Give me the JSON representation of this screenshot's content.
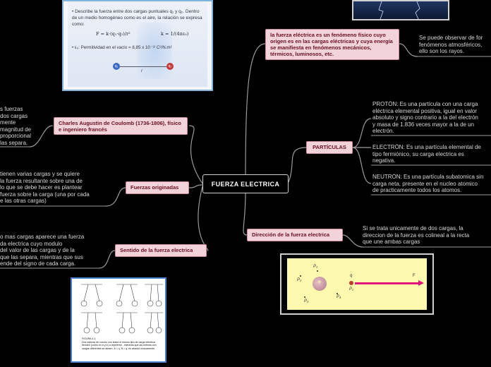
{
  "central": {
    "label": "FUERZA ELECTRICA"
  },
  "topics": {
    "definicion": "la fuerza eléctrica es un fenómeno físico cuyo origen es en las cargas eléctricas y cuya energía se manifiesta en fenómenos mecánicos, térmicos, luminosos, etc.",
    "particulas": "PARTÍCULAS",
    "direccion": "Dirección de la fuerza electrica",
    "coulomb": "Charles Augustin de Coulomb (1736-1806), físico e ingeniero francés",
    "originadas": "Fuerzas originadas",
    "sentido": "Sentido de la fuerza electrica"
  },
  "notes": {
    "definicion": "Se puede observar de for\nfenómenos atmosféricos,\nello son los rayos.",
    "proton": "PROTÓN: Es una partícula con una carga\neléctrica elemental positiva, igual en valor\nabsoluto y signo contrario a la del electrón\ny masa de 1.836 veces mayor a la de un\nelectrón.",
    "electron": "ELECTRÓN: Es una partícula elemental de\ntipo fermiónico, su carga electrica es\nnegativa.",
    "neutron": "NEUTRÓN: Es una partícula subatomica sin\ncarga neta, presente en el nucleo atomico\nde practicamente todos los atomos.",
    "direccion": "Si se trata unicamente de dos cargas, la\ndireccion de la fuerza es colineal a la recta\nque une ambas cargas",
    "coulomb": "s fuerzas\ndos cargas\nmente\nmagnitud de\nproporcional\n las separa.",
    "originadas": "tienen varias cargas y se quiere\nla fuerza resultante sobre una de\nlo que se debe hacer es plantear\nfuerza sobre la carga (una por cada\ne las otras cargas)",
    "sentido": "o mas cargas aparece una fuerza\nda electrica cuyo modulo\ndel valor de las cargas y de la\nque las separa, mientras que sus\nende  del signo de cada carga."
  },
  "formula_card": {
    "bullet1": "Describe la fuerza entre dos cargas puntuales q₁ y q₂. Dentro de un medio homogéneo como es el aire, la relación se expresa como:",
    "formula_f": "F = k·(q₁·q₂)/r²",
    "formula_k": "k = 1/(4πε₀)",
    "bullet2": "ε₀: Permitividad en el vacío = 8,85 x 10⁻¹² C²/N.m²",
    "charge_left": "q₁",
    "charge_right": "q₂",
    "distance": "r"
  },
  "charges_card": {
    "p1": "P₁",
    "p2": "P₂",
    "p3": "P₃",
    "p4": "P₄",
    "p5": "P₅",
    "q": "q",
    "f": "F",
    "pl": "P₁",
    "plus": "+"
  },
  "figure_card": {
    "caption": "FIGURA 4-1\nDos esferas de corcho con tintes el mismo tipo de carga eléctrica tienden (como en a y b) a repelerse.. mientras que las esferas con cargas diferentes se atraen. A = q, B = q; es atraído mutuamente."
  },
  "colors": {
    "topic_bg": "#f2d3da",
    "topic_text": "#6a1020",
    "link": "#9a9a9a",
    "arrow": "#e0157a",
    "charge_card_bg": "#fdfab0"
  }
}
